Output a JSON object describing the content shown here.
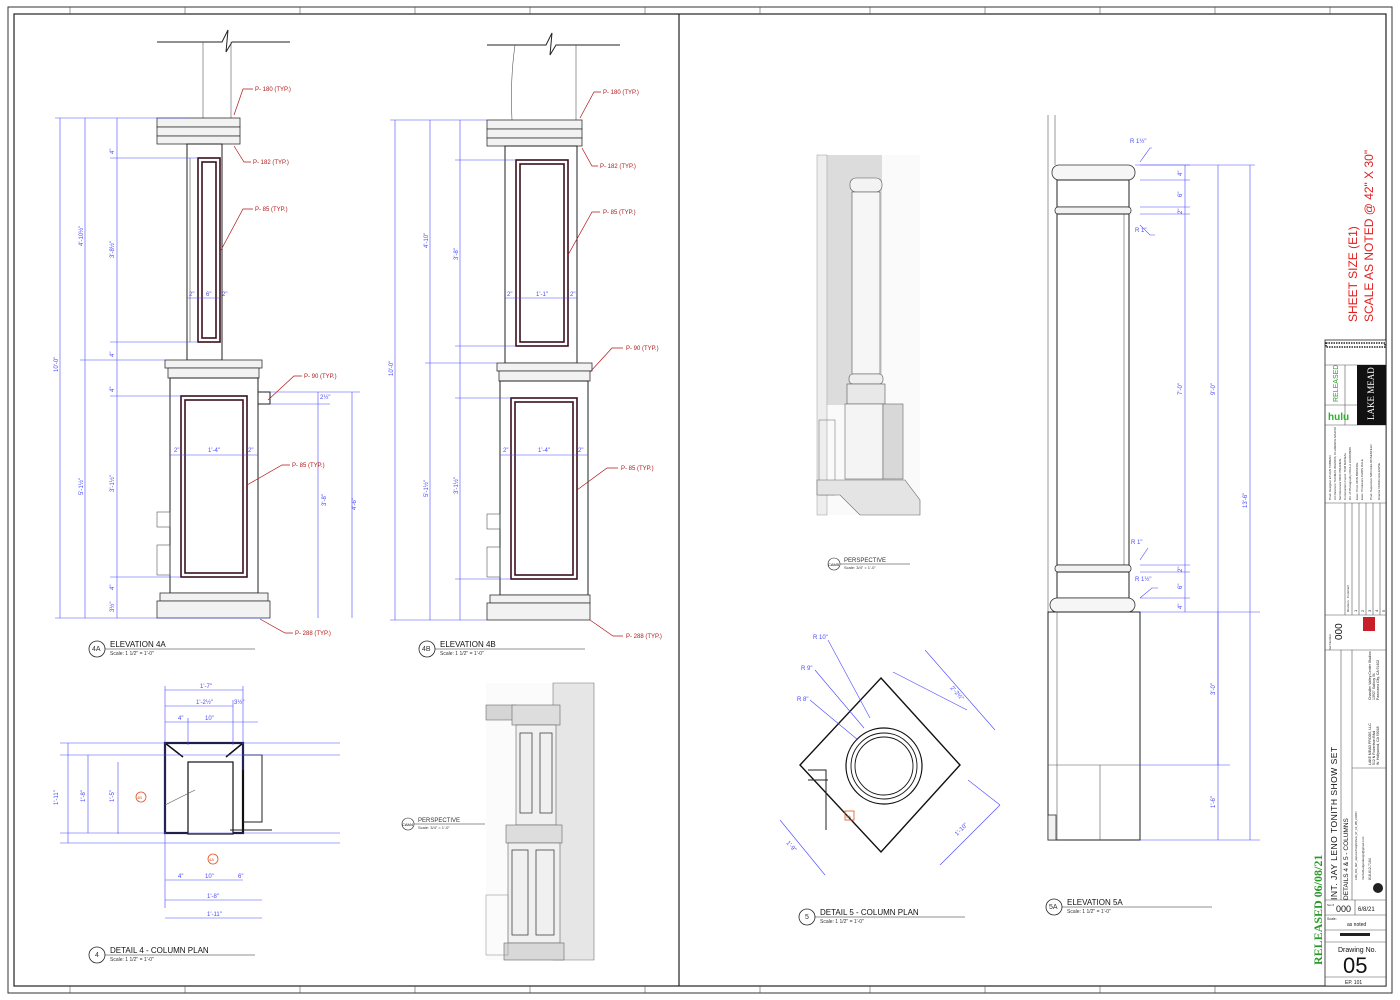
{
  "sheet": {
    "sheet_size": "SHEET SIZE (E1)",
    "scale_note": "SCALE AS NOTED @ 42\" X 30\"",
    "released_stamp": "RELEASED 06/08/21"
  },
  "elevation_4a": {
    "tag": "4A",
    "title": "ELEVATION 4A",
    "scale": "Scale: 1 1/2\" = 1'-0\"",
    "callouts": [
      "P- 180 (TYP.)",
      "P- 182 (TYP.)",
      "P- 85 (TYP.)",
      "P- 90 (TYP.)",
      "P- 85 (TYP.)",
      "P- 288 (TYP.)"
    ],
    "dims": [
      "10'-0\"",
      "4'-10½\"",
      "5'-1½\"",
      "3'-8½\"",
      "3'-1½\"",
      "2\"",
      "6\"",
      "2\"",
      "1'-4\"",
      "2\"",
      "2\"",
      "3'-8\"",
      "4'-6\"",
      "4\"",
      "4\"",
      "4\"",
      "4\"",
      "3½\"",
      "2½\""
    ]
  },
  "elevation_4b": {
    "tag": "4B",
    "title": "ELEVATION 4B",
    "scale": "Scale: 1 1/2\" = 1'-0\"",
    "callouts": [
      "P- 180 (TYP.)",
      "P- 182 (TYP.)",
      "P- 85 (TYP.)",
      "P- 90 (TYP.)",
      "P- 85 (TYP.)",
      "P- 288 (TYP.)"
    ],
    "dims": [
      "10'-0\"",
      "4'-10\"",
      "5'-1½\"",
      "3'-8\"",
      "3'-1½\"",
      "2\"",
      "1'-1\"",
      "2\"",
      "1'-4\"",
      "2\"",
      "2\""
    ]
  },
  "detail_4": {
    "tag": "4",
    "title": "DETAIL 4 - COLUMN PLAN",
    "scale": "Scale: 1 1/2\" = 1'-0\"",
    "dims": [
      "1'-7\"",
      "1'-2½\"",
      "3½\"",
      "4\"",
      "10\"",
      "1'-11\"",
      "1'-8\"",
      "1'-5\"",
      "4\"",
      "10\"",
      "6\"",
      "1'-8\"",
      "1'-11\""
    ],
    "markers": [
      "4B",
      "4A"
    ]
  },
  "perspective_cam4": {
    "tag": "CAM4",
    "title": "PERSPECTIVE",
    "scale": "Scale: 3/4\" = 1'-0\""
  },
  "perspective_cam5": {
    "tag": "CAM5",
    "title": "PERSPECTIVE",
    "scale": "Scale: 3/4\" = 1'-0\""
  },
  "detail_5": {
    "tag": "5",
    "title": "DETAIL 5 - COLUMN PLAN",
    "scale": "Scale: 1 1/2\" = 1'-0\"",
    "dims": [
      "R 10\"",
      "R 9\"",
      "R 8\"",
      "2'-2½\"",
      "1'-10\"",
      "1'-9\""
    ],
    "marker": "5A"
  },
  "elevation_5a": {
    "tag": "5A",
    "title": "ELEVATION 5A",
    "scale": "Scale: 1 1/2\" = 1'-0\"",
    "dims": [
      "R 1½\"",
      "R 1\"",
      "R 1\"",
      "R 1½\"",
      "4\"",
      "6\"",
      "2\"",
      "7'-0\"",
      "9'-0\"",
      "13'-6\"",
      "2\"",
      "6\"",
      "4\"",
      "3'-0\"",
      "1'-6\""
    ]
  },
  "title_block": {
    "project": "INT. JAY LENO TONITH SHOW SET",
    "sheet_title": "DETAILS 4 & 5 - COLUMNS",
    "set_number_label": "Set Number",
    "set_number": "000",
    "revision_label": "Revision",
    "comment_label": "Comment",
    "revisions": [
      "1",
      "2",
      "3",
      "4",
      "5"
    ],
    "set_label": "Set #",
    "set_value": "000",
    "date": "6/8/21",
    "scale_label": "Scale:",
    "scale_value": "as noted",
    "drawing_no_label": "Drawing No.",
    "drawing_no": "05",
    "episode": "EP. 101",
    "released": "RELEASED",
    "network": "hulu",
    "show": "LAKE MEAD",
    "production_company": [
      "LAKE MEAD PRODS, LLC",
      "512 N Robertson Blvd",
      "W. Hollywood, CA 90048"
    ],
    "studio": [
      "Chandler Valley Center Studios",
      "13927 Saticoy St.",
      "Panorama City, CA 91402"
    ],
    "file": "LMD_000_SET_JayLenoTonightShow_NT_V2_MB_210607",
    "email": "michelbudgetdesign@gmail.com",
    "phone": "818-612-7164",
    "crew": [
      "Prod. Designer ETHAN TOBMAN",
      "Art Directors THOMAS WILKINS, CLARENCE MAJOR",
      "Set Decorator RICK PIRANESI",
      "Construction Coord. TOM MANEAL",
      "Dir. of Photography PAULA HUIDOBRO",
      "Exec. Prod. RON BRISCOE",
      "Exec. Producers CHRIS DALE",
      "Prod. Supervisor MICHAEL ROSENFELD",
      "Director CRAIG GILLESPIE"
    ]
  }
}
